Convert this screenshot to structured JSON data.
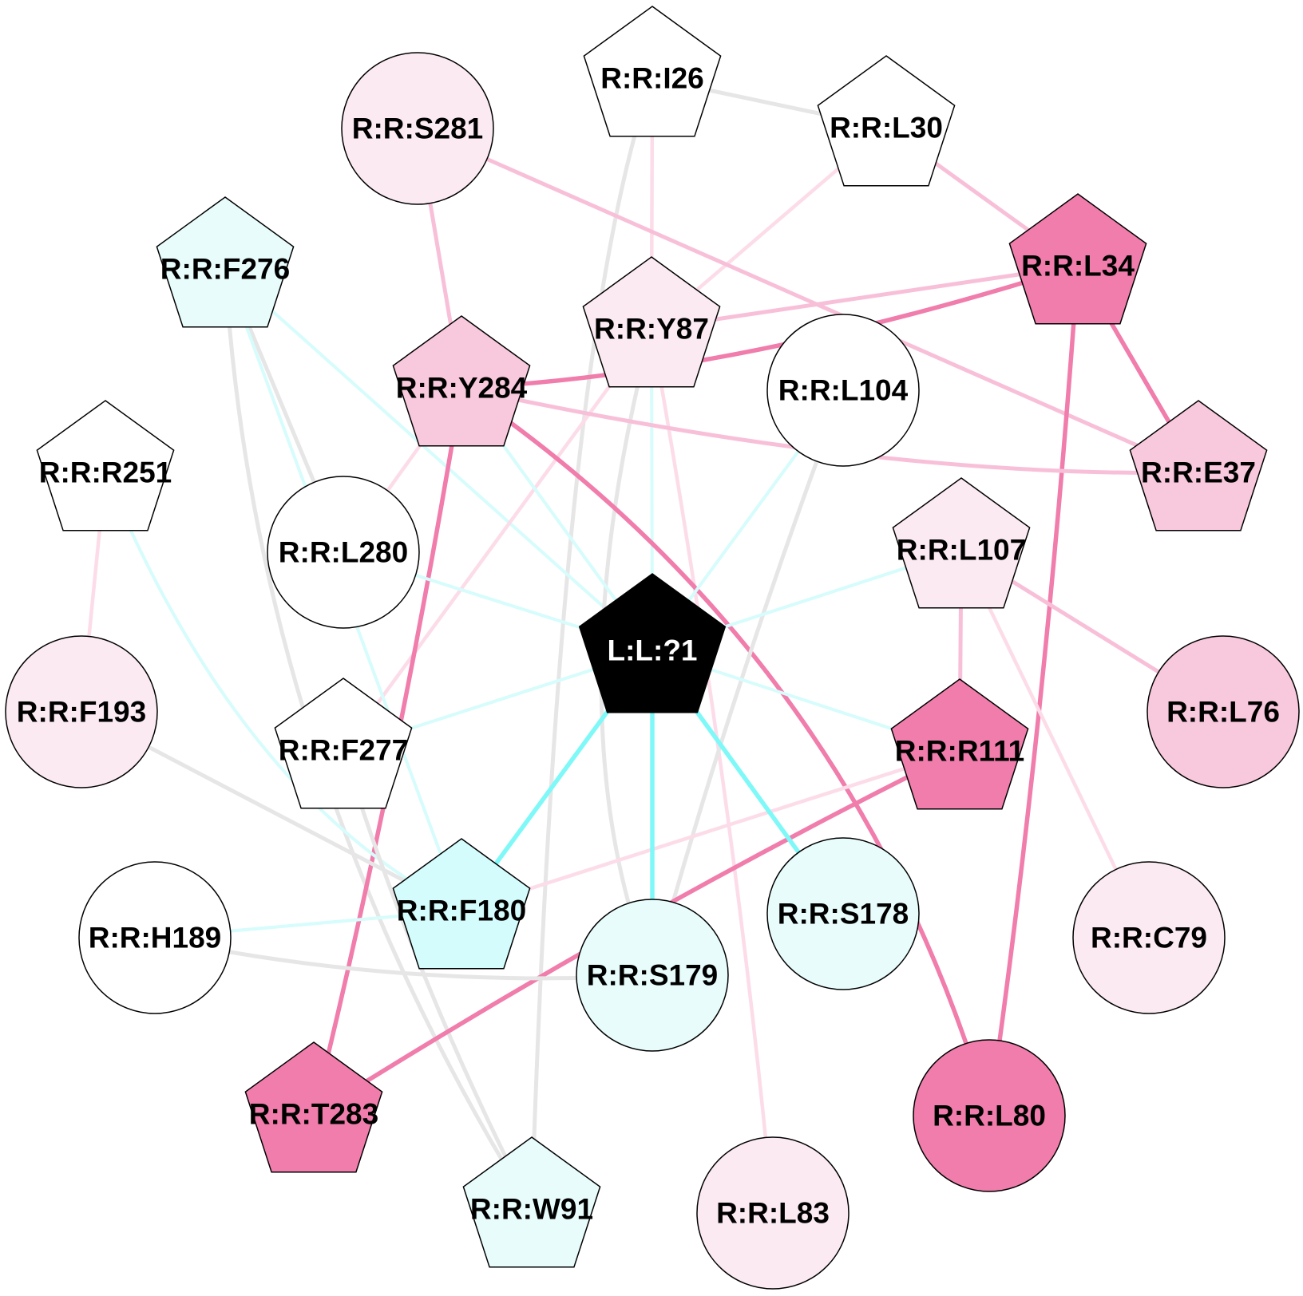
{
  "colors": {
    "background": "#ffffff",
    "stroke": "#000000",
    "fill_white": "#ffffff",
    "fill_light_pink": "#fbeaf2",
    "fill_pink": "#f8c8dc",
    "fill_dark_pink": "#f07dab",
    "fill_light_cyan": "#e8fcfc",
    "fill_cyan": "#d4fcfc",
    "fill_ligand": "#000000",
    "edge_grey": "#e6e6e6",
    "edge_cyan": "#7ff8f8",
    "edge_light_cyan": "#d6fcfc",
    "edge_light_pink": "#fcdce8",
    "edge_pink": "#f8c0d8",
    "edge_dark_pink": "#f07dab"
  },
  "nodes": [
    {
      "id": "L:L:?1",
      "shape": "pentagon",
      "fill": "fill_ligand",
      "text_color": "#ffffff"
    },
    {
      "id": "R:R:I26",
      "shape": "pentagon",
      "fill": "fill_white"
    },
    {
      "id": "R:R:L30",
      "shape": "pentagon",
      "fill": "fill_white"
    },
    {
      "id": "R:R:S281",
      "shape": "circle",
      "fill": "fill_light_pink"
    },
    {
      "id": "R:R:F276",
      "shape": "pentagon",
      "fill": "fill_light_cyan"
    },
    {
      "id": "R:R:Y87",
      "shape": "pentagon",
      "fill": "fill_light_pink"
    },
    {
      "id": "R:R:L34",
      "shape": "pentagon",
      "fill": "fill_dark_pink"
    },
    {
      "id": "R:R:Y284",
      "shape": "pentagon",
      "fill": "fill_pink"
    },
    {
      "id": "R:R:L104",
      "shape": "circle",
      "fill": "fill_white"
    },
    {
      "id": "R:R:R251",
      "shape": "pentagon",
      "fill": "fill_white"
    },
    {
      "id": "R:R:E37",
      "shape": "pentagon",
      "fill": "fill_pink"
    },
    {
      "id": "R:R:L280",
      "shape": "circle",
      "fill": "fill_white"
    },
    {
      "id": "R:R:L107",
      "shape": "pentagon",
      "fill": "fill_light_pink"
    },
    {
      "id": "R:R:F193",
      "shape": "circle",
      "fill": "fill_light_pink"
    },
    {
      "id": "R:R:L76",
      "shape": "circle",
      "fill": "fill_pink"
    },
    {
      "id": "R:R:F277",
      "shape": "pentagon",
      "fill": "fill_white"
    },
    {
      "id": "R:R:R111",
      "shape": "pentagon",
      "fill": "fill_dark_pink"
    },
    {
      "id": "R:R:F180",
      "shape": "pentagon",
      "fill": "fill_cyan"
    },
    {
      "id": "R:R:S178",
      "shape": "circle",
      "fill": "fill_light_cyan"
    },
    {
      "id": "R:R:H189",
      "shape": "circle",
      "fill": "fill_white"
    },
    {
      "id": "R:R:C79",
      "shape": "circle",
      "fill": "fill_light_pink"
    },
    {
      "id": "R:R:S179",
      "shape": "circle",
      "fill": "fill_light_cyan"
    },
    {
      "id": "R:R:T283",
      "shape": "pentagon",
      "fill": "fill_dark_pink"
    },
    {
      "id": "R:R:L80",
      "shape": "circle",
      "fill": "fill_dark_pink"
    },
    {
      "id": "R:R:W91",
      "shape": "pentagon",
      "fill": "fill_light_cyan"
    },
    {
      "id": "R:R:L83",
      "shape": "circle",
      "fill": "fill_light_pink"
    }
  ],
  "edges": [
    {
      "source": "R:R:I26",
      "target": "R:R:L30",
      "color": "edge_grey"
    },
    {
      "source": "R:R:I26",
      "target": "R:R:W91",
      "color": "edge_grey"
    },
    {
      "source": "R:R:I26",
      "target": "R:R:Y87",
      "color": "edge_light_pink"
    },
    {
      "source": "R:R:L30",
      "target": "R:R:Y87",
      "color": "edge_light_pink"
    },
    {
      "source": "R:R:L30",
      "target": "R:R:L34",
      "color": "edge_pink"
    },
    {
      "source": "R:R:S281",
      "target": "R:R:Y284",
      "color": "edge_pink"
    },
    {
      "source": "R:R:S281",
      "target": "R:R:E37",
      "color": "edge_pink"
    },
    {
      "source": "R:R:F276",
      "target": "R:R:L280",
      "color": "edge_grey"
    },
    {
      "source": "R:R:F276",
      "target": "R:R:W91",
      "color": "edge_grey"
    },
    {
      "source": "R:R:F276",
      "target": "L:L:?1",
      "color": "edge_light_cyan"
    },
    {
      "source": "R:R:Y87",
      "target": "R:R:L34",
      "color": "edge_pink"
    },
    {
      "source": "R:R:Y87",
      "target": "R:R:S179",
      "color": "edge_grey"
    },
    {
      "source": "R:R:Y87",
      "target": "R:R:F277",
      "color": "edge_light_pink"
    },
    {
      "source": "R:R:Y87",
      "target": "R:R:L83",
      "color": "edge_light_pink"
    },
    {
      "source": "R:R:Y87",
      "target": "L:L:?1",
      "color": "edge_light_cyan"
    },
    {
      "source": "R:R:L34",
      "target": "R:R:Y284",
      "color": "edge_dark_pink"
    },
    {
      "source": "R:R:L34",
      "target": "R:R:E37",
      "color": "edge_dark_pink"
    },
    {
      "source": "R:R:L34",
      "target": "R:R:L80",
      "color": "edge_dark_pink"
    },
    {
      "source": "R:R:Y284",
      "target": "R:R:E37",
      "color": "edge_pink"
    },
    {
      "source": "R:R:Y284",
      "target": "R:R:T283",
      "color": "edge_dark_pink"
    },
    {
      "source": "R:R:Y284",
      "target": "R:R:L80",
      "color": "edge_dark_pink"
    },
    {
      "source": "R:R:Y284",
      "target": "R:R:L280",
      "color": "edge_light_pink"
    },
    {
      "source": "R:R:Y284",
      "target": "L:L:?1",
      "color": "edge_light_cyan"
    },
    {
      "source": "R:R:L104",
      "target": "L:L:?1",
      "color": "edge_light_cyan"
    },
    {
      "source": "R:R:L104",
      "target": "R:R:S179",
      "color": "edge_grey"
    },
    {
      "source": "R:R:R251",
      "target": "R:R:F193",
      "color": "edge_light_pink"
    },
    {
      "source": "R:R:R251",
      "target": "R:R:F180",
      "color": "edge_light_cyan"
    },
    {
      "source": "R:R:L280",
      "target": "L:L:?1",
      "color": "edge_light_cyan"
    },
    {
      "source": "R:R:L107",
      "target": "L:L:?1",
      "color": "edge_light_cyan"
    },
    {
      "source": "R:R:L107",
      "target": "R:R:R111",
      "color": "edge_pink"
    },
    {
      "source": "R:R:L107",
      "target": "R:R:L76",
      "color": "edge_pink"
    },
    {
      "source": "R:R:L107",
      "target": "R:R:C79",
      "color": "edge_light_pink"
    },
    {
      "source": "R:R:F193",
      "target": "R:R:F180",
      "color": "edge_grey"
    },
    {
      "source": "R:R:F277",
      "target": "L:L:?1",
      "color": "edge_light_cyan"
    },
    {
      "source": "R:R:F277",
      "target": "R:R:W91",
      "color": "edge_grey"
    },
    {
      "source": "R:R:R111",
      "target": "R:R:T283",
      "color": "edge_dark_pink"
    },
    {
      "source": "R:R:R111",
      "target": "R:R:F180",
      "color": "edge_light_pink"
    },
    {
      "source": "R:R:R111",
      "target": "L:L:?1",
      "color": "edge_light_cyan"
    },
    {
      "source": "R:R:F180",
      "target": "L:L:?1",
      "color": "edge_cyan"
    },
    {
      "source": "R:R:F180",
      "target": "R:R:H189",
      "color": "edge_light_cyan"
    },
    {
      "source": "R:R:F180",
      "target": "R:R:F276",
      "color": "edge_light_cyan"
    },
    {
      "source": "R:R:S178",
      "target": "L:L:?1",
      "color": "edge_cyan"
    },
    {
      "source": "R:R:S179",
      "target": "L:L:?1",
      "color": "edge_cyan"
    },
    {
      "source": "R:R:H189",
      "target": "R:R:S179",
      "color": "edge_grey"
    }
  ]
}
